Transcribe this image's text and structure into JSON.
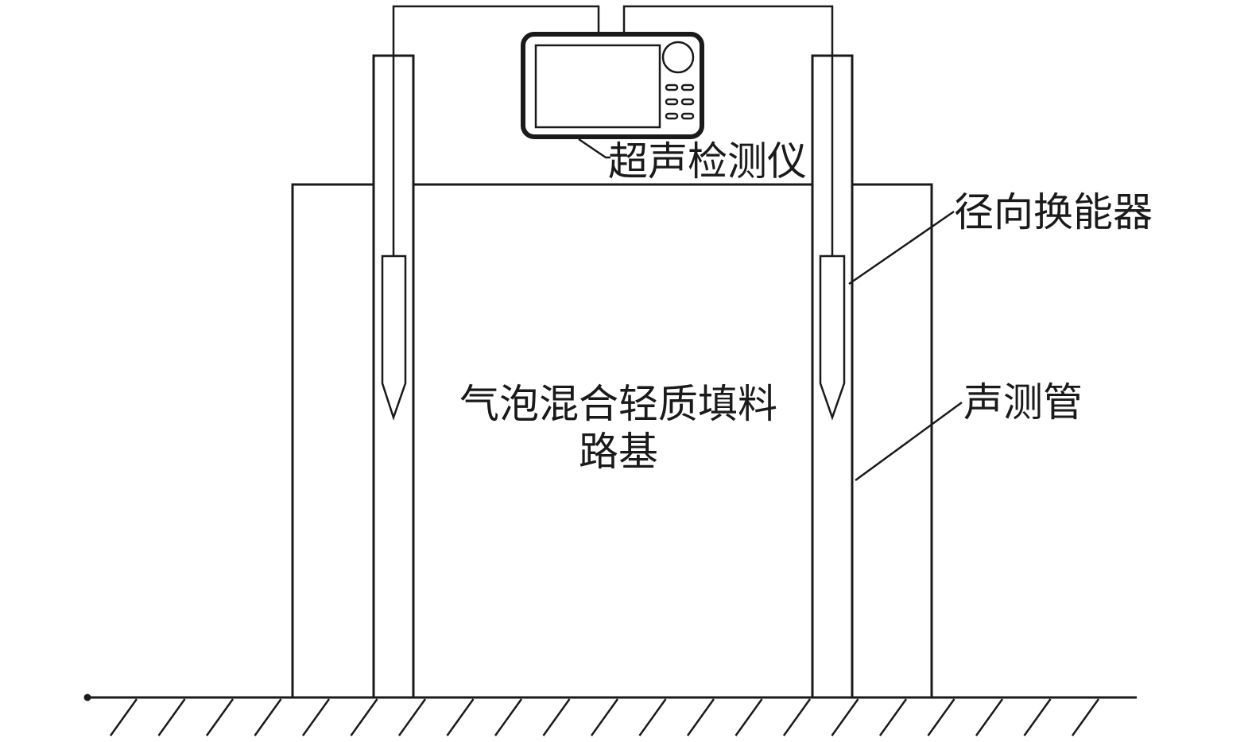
{
  "labels": {
    "instrument": "超声检测仪",
    "transducer": "径向换能器",
    "sound_tube": "声测管",
    "subgrade_line1": "气泡混合轻质填料",
    "subgrade_line2": "路基"
  },
  "colors": {
    "stroke": "#1a1a1a",
    "background": "#ffffff"
  }
}
